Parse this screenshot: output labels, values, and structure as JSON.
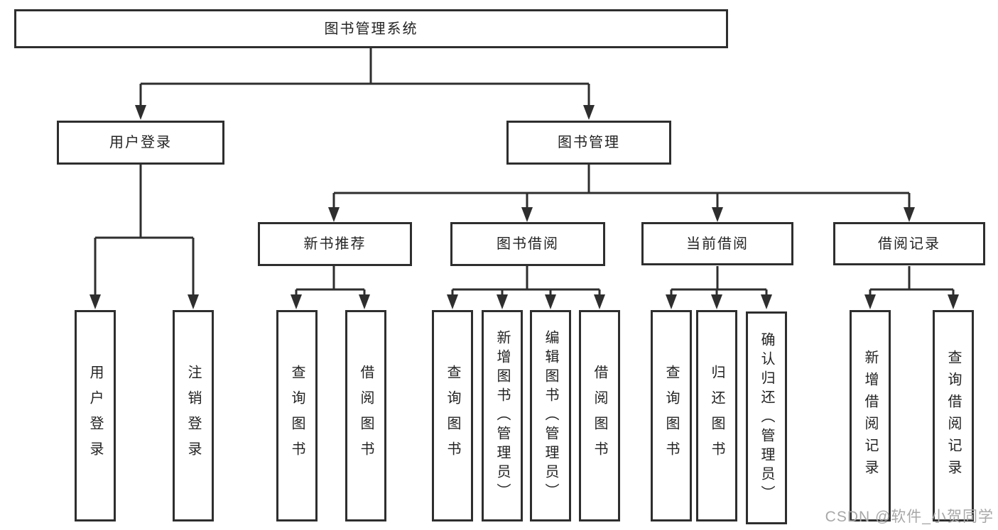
{
  "diagram": {
    "tree": {
      "label": "图书管理系统",
      "children": [
        {
          "label": "用户登录",
          "children": [
            {
              "label": "用户登录"
            },
            {
              "label": "注销登录"
            }
          ]
        },
        {
          "label": "图书管理",
          "children": [
            {
              "label": "新书推荐",
              "children": [
                {
                  "label": "查询图书"
                },
                {
                  "label": "借阅图书"
                }
              ]
            },
            {
              "label": "图书借阅",
              "children": [
                {
                  "label": "查询图书"
                },
                {
                  "label": "新增图书（管理员）"
                },
                {
                  "label": "编辑图书（管理员）"
                },
                {
                  "label": "借阅图书"
                }
              ]
            },
            {
              "label": "当前借阅",
              "children": [
                {
                  "label": "查询图书"
                },
                {
                  "label": "归还图书"
                },
                {
                  "label": "确认归还（管理员）"
                }
              ]
            },
            {
              "label": "借阅记录",
              "children": [
                {
                  "label": "新增借阅记录"
                },
                {
                  "label": "查询借阅记录"
                }
              ]
            }
          ]
        }
      ]
    }
  },
  "watermark": "CSDN @软件_小贺同学",
  "colors": {
    "line": "#2e2e2e",
    "text": "#232323",
    "watermark": "#a8a8a8",
    "background": "#ffffff"
  }
}
